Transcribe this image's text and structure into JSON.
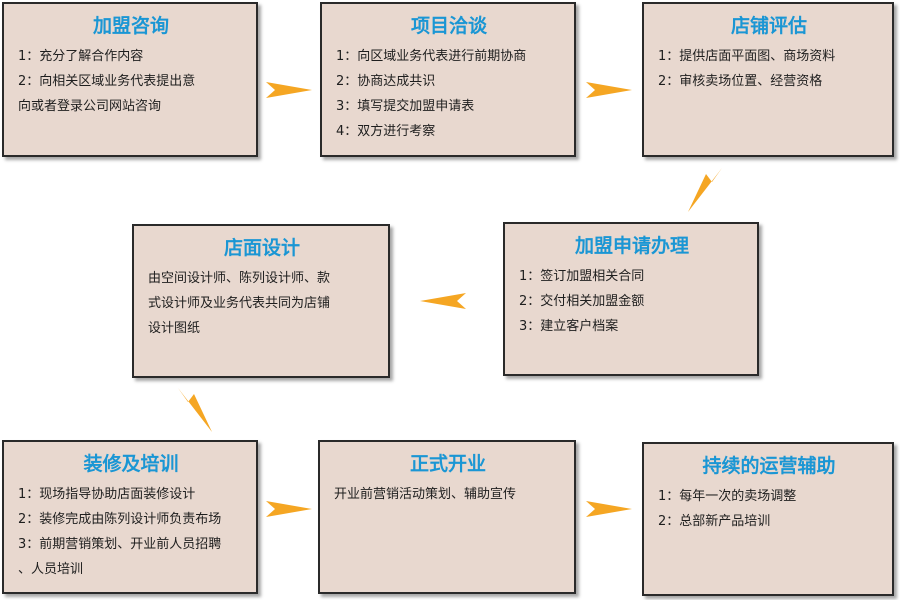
{
  "colors": {
    "title": "#1a96d4",
    "box_fill": "#e8d8cf",
    "arrow": "#f5a623"
  },
  "steps": [
    {
      "title": "加盟咨询",
      "lines": [
        "1：充分了解合作内容",
        "2：向相关区域业务代表提出意",
        "向或者登录公司网站咨询"
      ]
    },
    {
      "title": "项目洽谈",
      "lines": [
        "1：向区域业务代表进行前期协商",
        "2：协商达成共识",
        "3：填写提交加盟申请表",
        "4：双方进行考察"
      ]
    },
    {
      "title": "店铺评估",
      "lines": [
        "1：提供店面平面图、商场资料",
        "2：审核卖场位置、经营资格"
      ]
    },
    {
      "title": "加盟申请办理",
      "lines": [
        "1：签订加盟相关合同",
        "2：交付相关加盟金额",
        "3：建立客户档案"
      ]
    },
    {
      "title": "店面设计",
      "lines": [
        "由空间设计师、陈列设计师、款",
        "式设计师及业务代表共同为店铺",
        "设计图纸"
      ]
    },
    {
      "title": "装修及培训",
      "lines": [
        "1：现场指导协助店面装修设计",
        "2：装修完成由陈列设计师负责布场",
        "3：前期营销策划、开业前人员招聘",
        "、人员培训"
      ]
    },
    {
      "title": "正式开业",
      "lines": [
        "开业前营销活动策划、辅助宣传"
      ]
    },
    {
      "title": "持续的运营辅助",
      "lines": [
        "1：每年一次的卖场调整",
        "2：总部新产品培训"
      ]
    }
  ]
}
